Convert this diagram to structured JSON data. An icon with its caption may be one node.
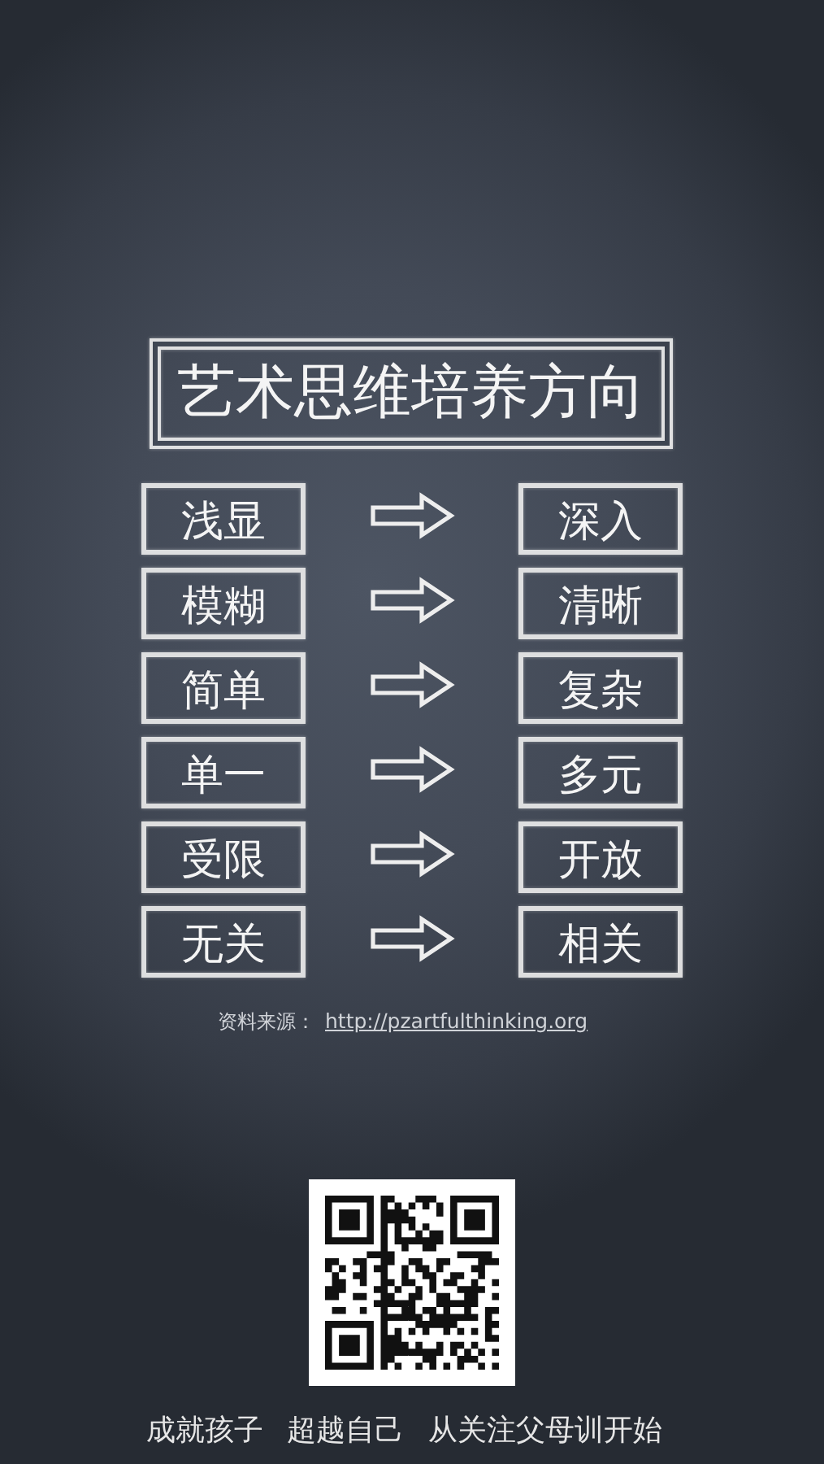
{
  "diagram": {
    "nodes": [
      {
        "text": [
          "艺术思维培养方向"
        ]
      },
      {
        "text": [
          "浅显"
        ]
      },
      {
        "text": [
          "深入"
        ]
      },
      {
        "text": [
          "模糊"
        ]
      },
      {
        "text": [
          "清晰"
        ]
      },
      {
        "text": [
          "简单"
        ]
      },
      {
        "text": [
          "复杂"
        ]
      },
      {
        "text": [
          "单一"
        ]
      },
      {
        "text": [
          "多元"
        ]
      },
      {
        "text": [
          "受限"
        ]
      },
      {
        "text": [
          "开放"
        ]
      },
      {
        "text": [
          "无关"
        ]
      },
      {
        "text": [
          "相关"
        ]
      }
    ],
    "edges": [
      {
        "from": 1,
        "to": 2,
        "arrow": "to"
      },
      {
        "from": 3,
        "to": 4,
        "arrow": "to"
      },
      {
        "from": 5,
        "to": 6,
        "arrow": "to"
      },
      {
        "from": 7,
        "to": 8,
        "arrow": "to"
      },
      {
        "from": 9,
        "to": 10,
        "arrow": "to"
      },
      {
        "from": 11,
        "to": 12,
        "arrow": "to"
      }
    ],
    "labels": [
      "资料来源：",
      "http://pzartfulthinking.org",
      "成就孩子 超越自己 从关注父母训开始"
    ]
  }
}
